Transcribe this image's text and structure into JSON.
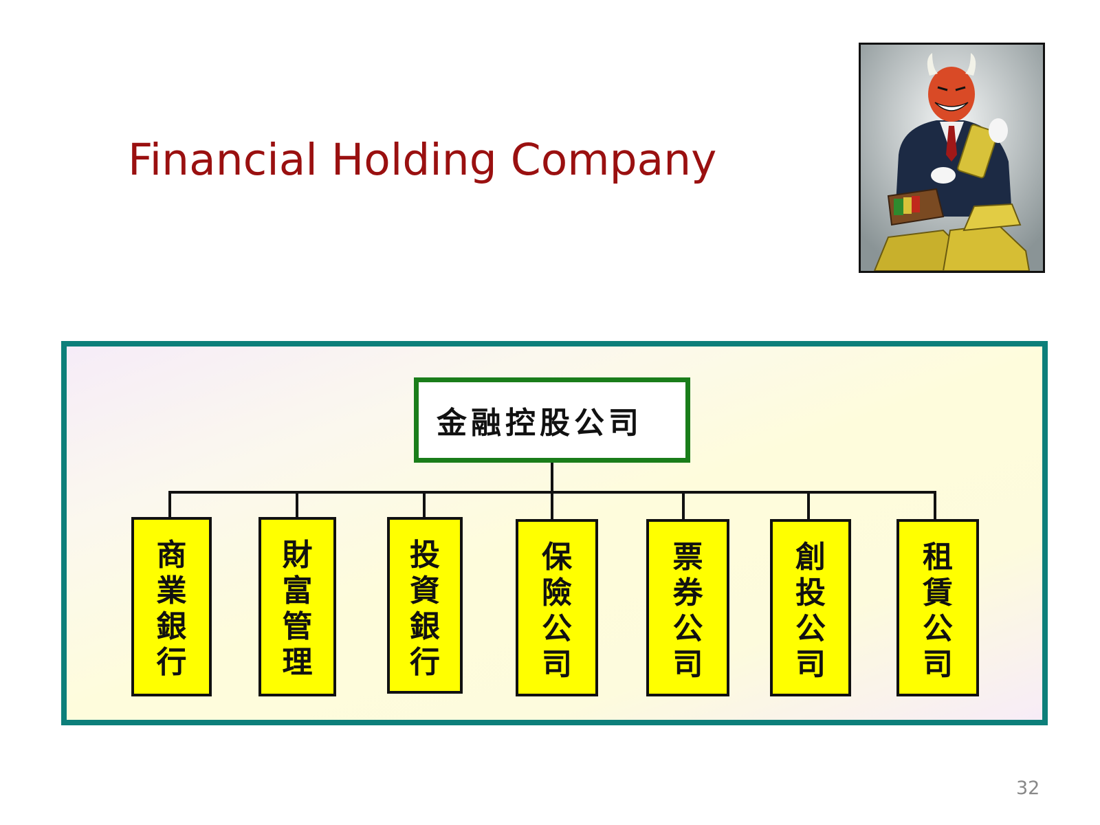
{
  "title": "Financial Holding Company",
  "org_chart": {
    "root": "金融控股公司",
    "children": [
      "商業銀行",
      "財富管理",
      "投資銀行",
      "保險公司",
      "票券公司",
      "創投公司",
      "租賃公司"
    ]
  },
  "illustration": {
    "icon": "devil-banker-with-gold-bars-illustration"
  },
  "colors": {
    "title": "#9a1010",
    "panel_border": "#0d7f7a",
    "root_border": "#1a7d1a",
    "child_fill": "#ffff00"
  },
  "page_number": "32"
}
